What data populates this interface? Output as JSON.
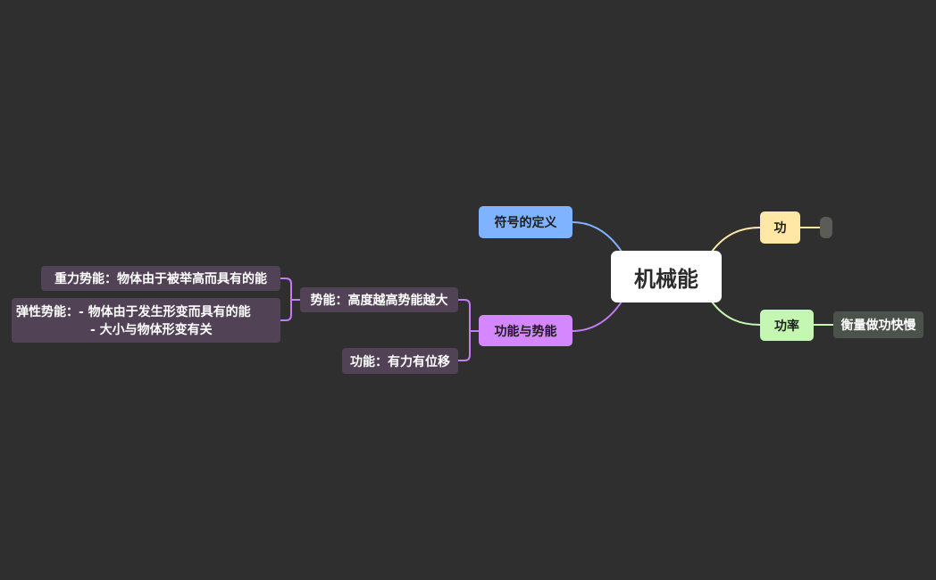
{
  "root": {
    "label": "机械能"
  },
  "left_branches": {
    "definition": {
      "label": "符号的定义",
      "color": "#7fb3ff"
    },
    "kinetic_potential": {
      "label": "功能与势能",
      "color": "#d487ff",
      "children": {
        "potential": {
          "label": "势能：高度越高势能越大",
          "children": {
            "gravitational": {
              "label": "重力势能：物体由于被举高而具有的能"
            },
            "elastic": {
              "line1": "弹性势能：- 物体由于发生形变而具有的能",
              "line2": "- 大小与物体形变有关"
            }
          }
        },
        "kinetic": {
          "label": "功能：有力有位移"
        }
      }
    }
  },
  "right_branches": {
    "work": {
      "label": "功",
      "color": "#ffe7a6",
      "child_label": ""
    },
    "power": {
      "label": "功率",
      "color": "#c4f7b2",
      "children": {
        "speed": {
          "label": "衡量做功快慢"
        }
      }
    }
  },
  "colors": {
    "background": "#2f2f2f",
    "definition_link": "#7fb3ff",
    "kp_link": "#c27df2",
    "work_link": "#ffe7a6",
    "power_link": "#c4f7b2",
    "sub_node": "#514256"
  }
}
